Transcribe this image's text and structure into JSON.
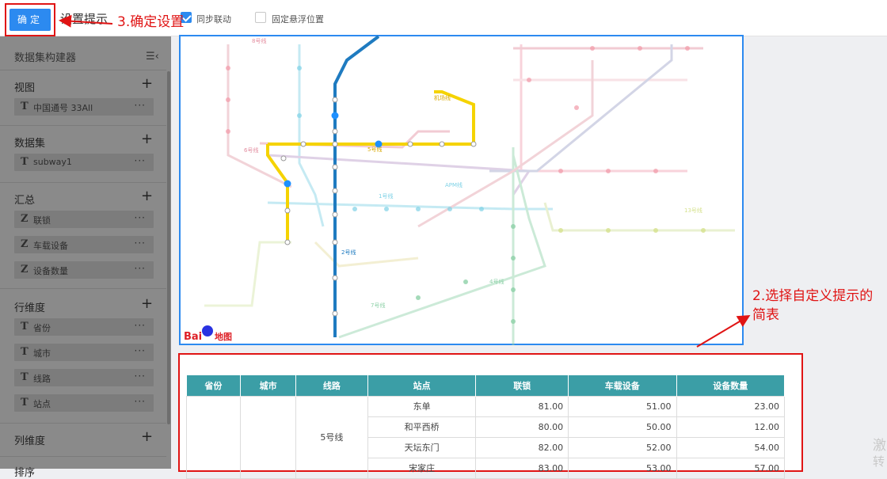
{
  "toolbar": {
    "confirm_label": "确定",
    "title": "设置提示",
    "sync_label": "同步联动",
    "sync_checked": true,
    "fixed_label": "固定悬浮位置",
    "fixed_checked": false
  },
  "annotations": {
    "step3": "3.确定设置",
    "step2": "2.选择自定义提示的简表"
  },
  "sidebar": {
    "title": "数据集构建器",
    "sections": [
      {
        "title": "视图",
        "items": [
          {
            "type": "T",
            "name": "中国通号 33All"
          }
        ]
      },
      {
        "title": "数据集",
        "items": [
          {
            "type": "T",
            "name": "subway1"
          }
        ]
      },
      {
        "title": "汇总",
        "items": [
          {
            "type": "Z",
            "name": "联锁"
          },
          {
            "type": "Z",
            "name": "车载设备"
          },
          {
            "type": "Z",
            "name": "设备数量"
          }
        ]
      },
      {
        "title": "行维度",
        "items": [
          {
            "type": "T",
            "name": "省份"
          },
          {
            "type": "T",
            "name": "城市"
          },
          {
            "type": "T",
            "name": "线路"
          },
          {
            "type": "T",
            "name": "站点"
          }
        ]
      },
      {
        "title": "列维度",
        "items": []
      },
      {
        "title": "排序",
        "items": []
      }
    ]
  },
  "map": {
    "brand": "Bai地图",
    "line_labels": [
      "5号线",
      "2号线",
      "4号线",
      "1号线",
      "6号线",
      "7号线",
      "8号线",
      "13号线",
      "APM线",
      "机场线"
    ]
  },
  "table": {
    "headers": [
      "省份",
      "城市",
      "线路",
      "站点",
      "联锁",
      "车载设备",
      "设备数量"
    ],
    "line_name": "5号线",
    "rows": [
      {
        "station": "东单",
        "v1": "81.00",
        "v2": "51.00",
        "v3": "23.00"
      },
      {
        "station": "和平西桥",
        "v1": "80.00",
        "v2": "50.00",
        "v3": "12.00"
      },
      {
        "station": "天坛东门",
        "v1": "82.00",
        "v2": "52.00",
        "v3": "54.00"
      },
      {
        "station": "宋家庄",
        "v1": "83.00",
        "v2": "53.00",
        "v3": "57.00"
      }
    ]
  },
  "side_watermark": [
    "激",
    "转"
  ]
}
